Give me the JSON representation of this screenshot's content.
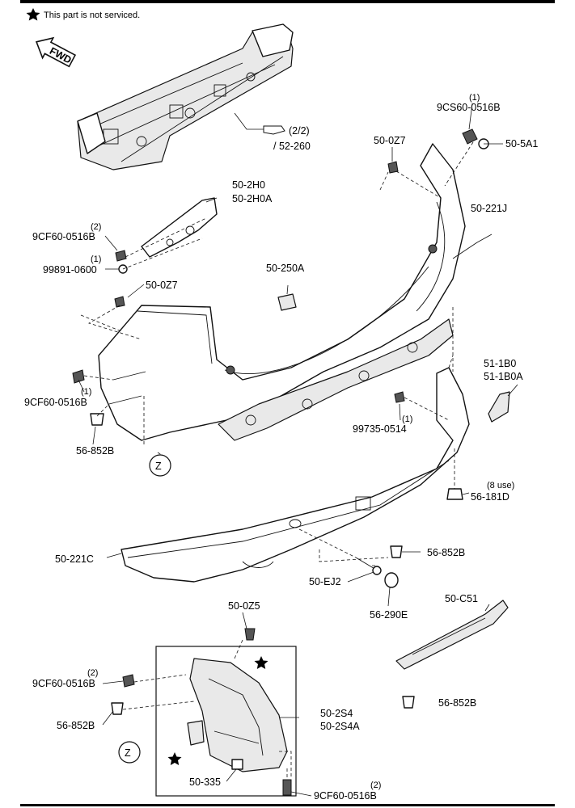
{
  "header": {
    "note": "This part is not serviced."
  },
  "fwd_label": "FWD",
  "callouts": {
    "ref_page": "(2/2)",
    "ref_group": "/ 52-260",
    "c_9CS60_qty": "(1)",
    "c_9CS60": "9CS60-0516B",
    "c_505A1": "50-5A1",
    "c_500Z7_top": "50-0Z7",
    "c_502H0": "50-2H0",
    "c_502H0A": "50-2H0A",
    "c_50221J": "50-221J",
    "c_9CF60_a_qty": "(2)",
    "c_9CF60_a": "9CF60-0516B",
    "c_99891_qty": "(1)",
    "c_99891": "99891-0600",
    "c_500Z7_left": "50-0Z7",
    "c_50250A": "50-250A",
    "c_511B0": "51-1B0",
    "c_511B0A": "51-1B0A",
    "c_9CF60_b_qty": "(1)",
    "c_9CF60_b": "9CF60-0516B",
    "c_99735_qty": "(1)",
    "c_99735": "99735-0514",
    "c_56852B_a": "56-852B",
    "z_a": "Z",
    "c_56181D_use": "(8 use)",
    "c_56181D": "56-181D",
    "c_56852B_b": "56-852B",
    "c_50221C": "50-221C",
    "c_50EJ2": "50-EJ2",
    "c_56290E": "56-290E",
    "c_500Z5": "50-0Z5",
    "c_50C51": "50-C51",
    "c_9CF60_c_qty": "(2)",
    "c_9CF60_c": "9CF60-0516B",
    "c_56852B_c": "56-852B",
    "c_56852B_d": "56-852B",
    "c_502S4": "50-2S4",
    "c_502S4A": "50-2S4A",
    "z_b": "Z",
    "c_50335": "50-335",
    "c_9CF60_d_qty": "(2)",
    "c_9CF60_d": "9CF60-0516B"
  }
}
